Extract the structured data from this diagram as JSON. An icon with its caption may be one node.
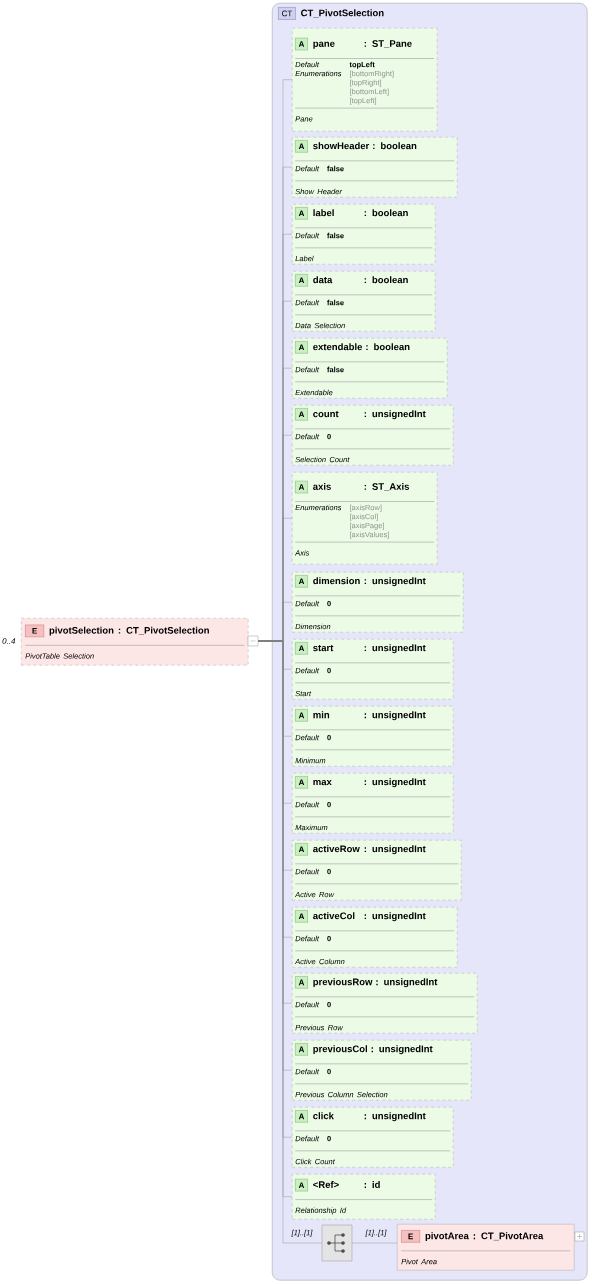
{
  "diagram": {
    "nodes": [
      {
        "text": [
          "E",
          "pivotSelection",
          ": CT_PivotSelection",
          "PivotTable Selection"
        ],
        "beside": [
          "0..4"
        ]
      },
      {
        "text": [
          "CT",
          "CT_PivotSelection"
        ]
      },
      {
        "text": [
          "A",
          "pane",
          ": ST_Pane",
          "Default",
          "topLeft",
          "Enumerations",
          "[bottomRight] [topRight] [bottomLeft] [topLeft]",
          "Pane"
        ],
        "in": 1
      },
      {
        "text": [
          "A",
          "showHeader",
          ": boolean",
          "Default",
          "false",
          "Show Header"
        ],
        "in": 1
      },
      {
        "text": [
          "A",
          "label",
          ": boolean",
          "Default",
          "false",
          "Label"
        ],
        "in": 1
      },
      {
        "text": [
          "A",
          "data",
          ": boolean",
          "Default",
          "false",
          "Data Selection"
        ],
        "in": 1
      },
      {
        "text": [
          "A",
          "extendable",
          ": boolean",
          "Default",
          "false",
          "Extendable"
        ],
        "in": 1
      },
      {
        "text": [
          "A",
          "count",
          ": unsignedInt",
          "Default",
          "0",
          "Selection Count"
        ],
        "in": 1
      },
      {
        "text": [
          "A",
          "axis",
          ": ST_Axis",
          "Enumerations",
          "[axisRow] [axisCol] [axisPage] [axisValues]",
          "Axis"
        ],
        "in": 1
      },
      {
        "text": [
          "A",
          "dimension",
          ": unsignedInt",
          "Default",
          "0",
          "Dimension"
        ],
        "in": 1
      },
      {
        "text": [
          "A",
          "start",
          ": unsignedInt",
          "Default",
          "0",
          "Start"
        ],
        "in": 1
      },
      {
        "text": [
          "A",
          "min",
          ": unsignedInt",
          "Default",
          "0",
          "Minimum"
        ],
        "in": 1
      },
      {
        "text": [
          "A",
          "max",
          ": unsignedInt",
          "Default",
          "0",
          "Maximum"
        ],
        "in": 1
      },
      {
        "text": [
          "A",
          "activeRow",
          ": unsignedInt",
          "Default",
          "0",
          "Active Row"
        ],
        "in": 1
      },
      {
        "text": [
          "A",
          "activeCol",
          ": unsignedInt",
          "Default",
          "0",
          "Active Column"
        ],
        "in": 1
      },
      {
        "text": [
          "A",
          "previousRow",
          ": unsignedInt",
          "Default",
          "0",
          "Previous Row"
        ],
        "in": 1
      },
      {
        "text": [
          "A",
          "previousCol",
          ": unsignedInt",
          "Default",
          "0",
          "Previous Column Selection"
        ],
        "in": 1
      },
      {
        "text": [
          "A",
          "click",
          ": unsignedInt",
          "Default",
          "0",
          "Click Count"
        ],
        "in": 1
      },
      {
        "text": [
          "A",
          "<Ref>",
          ": id",
          "Relationship Id"
        ],
        "in": 1
      },
      {
        "text": [],
        "shape": "box",
        "in": 1
      },
      {
        "text": [
          "E",
          "pivotArea",
          ": CT_PivotArea",
          "Pivot Area"
        ],
        "in": 1
      }
    ],
    "edges": [
      {
        "from": 0,
        "to": 2,
        "arrow": "none"
      },
      {
        "from": 0,
        "to": 3,
        "arrow": "none"
      },
      {
        "from": 0,
        "to": 4,
        "arrow": "none"
      },
      {
        "from": 0,
        "to": 5,
        "arrow": "none"
      },
      {
        "from": 0,
        "to": 6,
        "arrow": "none"
      },
      {
        "from": 0,
        "to": 7,
        "arrow": "none"
      },
      {
        "from": 0,
        "to": 8,
        "arrow": "none"
      },
      {
        "from": 0,
        "to": 9,
        "arrow": "none"
      },
      {
        "from": 0,
        "to": 10,
        "arrow": "none"
      },
      {
        "from": 0,
        "to": 11,
        "arrow": "none"
      },
      {
        "from": 0,
        "to": 12,
        "arrow": "none"
      },
      {
        "from": 0,
        "to": 13,
        "arrow": "none"
      },
      {
        "from": 0,
        "to": 14,
        "arrow": "none"
      },
      {
        "from": 0,
        "to": 15,
        "arrow": "none"
      },
      {
        "from": 0,
        "to": 16,
        "arrow": "none"
      },
      {
        "from": 0,
        "to": 17,
        "arrow": "none"
      },
      {
        "from": 0,
        "to": 18,
        "arrow": "none"
      },
      {
        "from": 0,
        "to": 19,
        "arrow": "none",
        "label": "[1]..[1]"
      },
      {
        "from": 19,
        "to": 20,
        "arrow": "none",
        "label": "[1]..[1]"
      }
    ]
  }
}
